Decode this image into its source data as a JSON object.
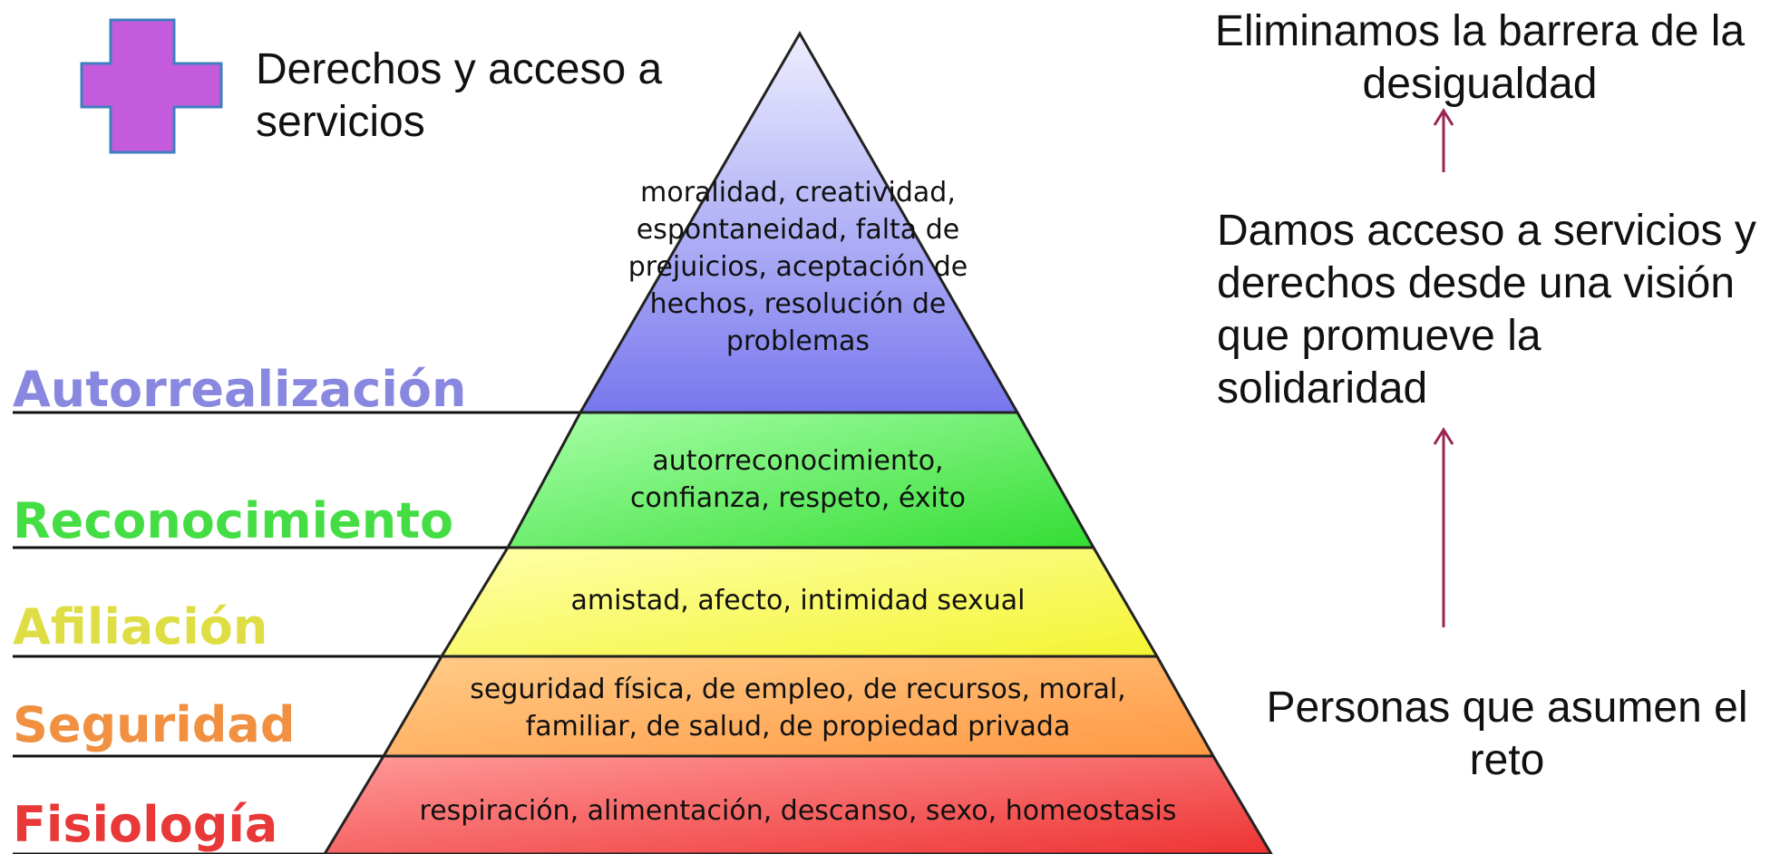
{
  "legend": {
    "icon": "plus-icon",
    "icon_color": "#c35bdc",
    "icon_border": "#3f7fbf",
    "text": "Derechos y acceso a servicios"
  },
  "levels": [
    {
      "label": "Autorrealización",
      "color": "#8888e8",
      "description": "moralidad, creatividad, espontaneidad, falta de prejuicios, aceptación de hechos, resolución de problemas"
    },
    {
      "label": "Reconocimiento",
      "color": "#48e048",
      "description": "autorreconocimiento, confianza, respeto, éxito"
    },
    {
      "label": "Afiliación",
      "color": "#e6e648",
      "description": "amistad, afecto, intimidad sexual"
    },
    {
      "label": "Seguridad",
      "color": "#f09040",
      "description": "seguridad física, de empleo, de recursos, moral, familiar, de salud, de propiedad privada"
    },
    {
      "label": "Fisiología",
      "color": "#e83838",
      "description": "respiración, alimentación, descanso, sexo, homeostasis"
    }
  ],
  "right_side": {
    "top": "Eliminamos la barrera de la desigualdad",
    "middle": "Damos acceso a servicios y derechos desde una visión que promueve la solidaridad",
    "bottom": "Personas que asumen el reto",
    "arrow_color": "#9c2452"
  }
}
